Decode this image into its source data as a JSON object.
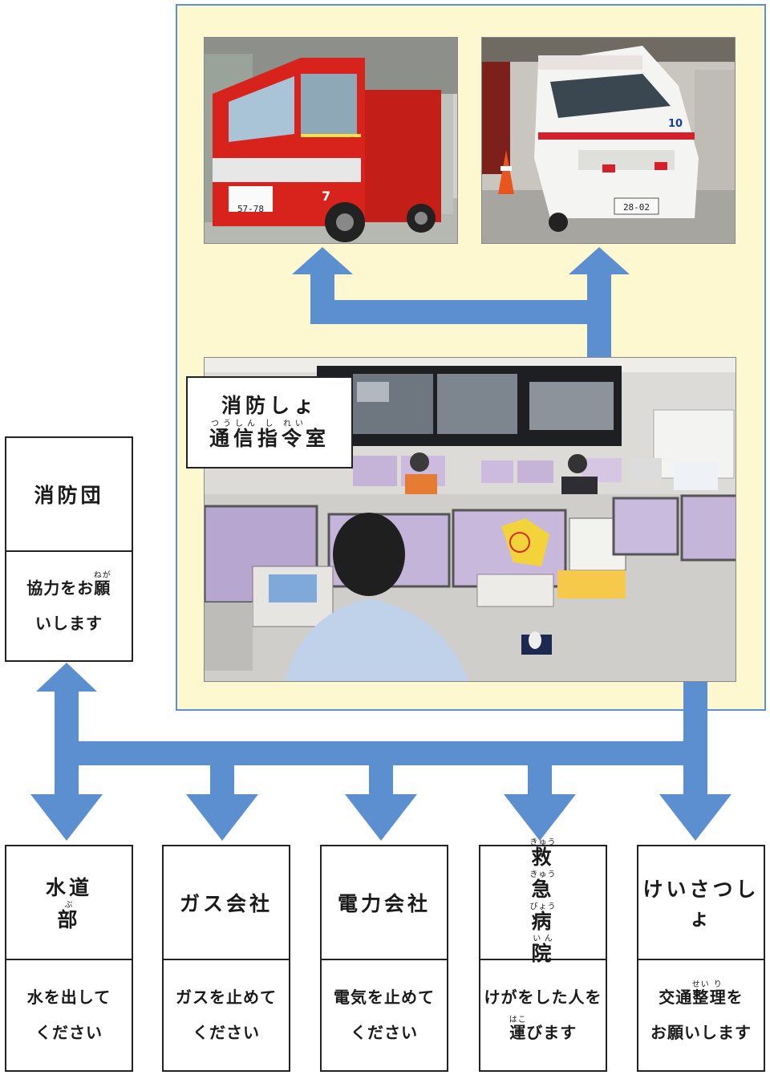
{
  "colors": {
    "panel_bg": "#fdf8cf",
    "panel_border": "#5b8fd0",
    "arrow": "#5b8fd0",
    "box_border": "#222222"
  },
  "photos": {
    "fire_truck": {
      "icon": "fire-truck-icon",
      "unit_number": "7",
      "plate": "57-78"
    },
    "ambulance": {
      "icon": "ambulance-icon",
      "unit_number": "10",
      "plate": "28-02"
    },
    "command_room": {
      "icon": "control-room-icon"
    }
  },
  "command_center": {
    "line1": "消防しょ",
    "line2_parts": [
      {
        "base": "通",
        "ruby": "つう"
      },
      {
        "base": "信",
        "ruby": "しん"
      },
      {
        "base": "指",
        "ruby": "し"
      },
      {
        "base": "令",
        "ruby": "れい"
      },
      {
        "base": "室",
        "ruby": ""
      }
    ]
  },
  "fire_brigade": {
    "title": "消防団",
    "lines": [
      [
        {
          "base": "協力をお",
          "ruby": ""
        },
        {
          "base": "願",
          "ruby": "ねが"
        }
      ],
      [
        {
          "base": "いします",
          "ruby": ""
        }
      ]
    ]
  },
  "orgs": [
    {
      "title": [
        {
          "base": "水道",
          "ruby": ""
        },
        {
          "base": "部",
          "ruby": "ぶ"
        }
      ],
      "lines": [
        [
          {
            "base": "水を出して",
            "ruby": ""
          }
        ],
        [
          {
            "base": "ください",
            "ruby": ""
          }
        ]
      ]
    },
    {
      "title": [
        {
          "base": "ガス会社",
          "ruby": ""
        }
      ],
      "lines": [
        [
          {
            "base": "ガスを止めて",
            "ruby": ""
          }
        ],
        [
          {
            "base": "ください",
            "ruby": ""
          }
        ]
      ]
    },
    {
      "title": [
        {
          "base": "電力会社",
          "ruby": ""
        }
      ],
      "lines": [
        [
          {
            "base": "電気を止めて",
            "ruby": ""
          }
        ],
        [
          {
            "base": "ください",
            "ruby": ""
          }
        ]
      ]
    },
    {
      "title": [
        {
          "base": "救",
          "ruby": "きゅう"
        },
        {
          "base": "急",
          "ruby": "きゅう"
        },
        {
          "base": "病",
          "ruby": "びょう"
        },
        {
          "base": "院",
          "ruby": "いん"
        }
      ],
      "lines": [
        [
          {
            "base": "けがをした人を",
            "ruby": ""
          }
        ],
        [
          {
            "base": "運",
            "ruby": "はこ"
          },
          {
            "base": "びます",
            "ruby": ""
          }
        ]
      ]
    },
    {
      "title": [
        {
          "base": "けいさつしょ",
          "ruby": ""
        }
      ],
      "lines": [
        [
          {
            "base": "交通",
            "ruby": ""
          },
          {
            "base": "整",
            "ruby": "せい"
          },
          {
            "base": "理",
            "ruby": "り"
          },
          {
            "base": "を",
            "ruby": ""
          }
        ],
        [
          {
            "base": "お願いします",
            "ruby": ""
          }
        ]
      ]
    }
  ]
}
